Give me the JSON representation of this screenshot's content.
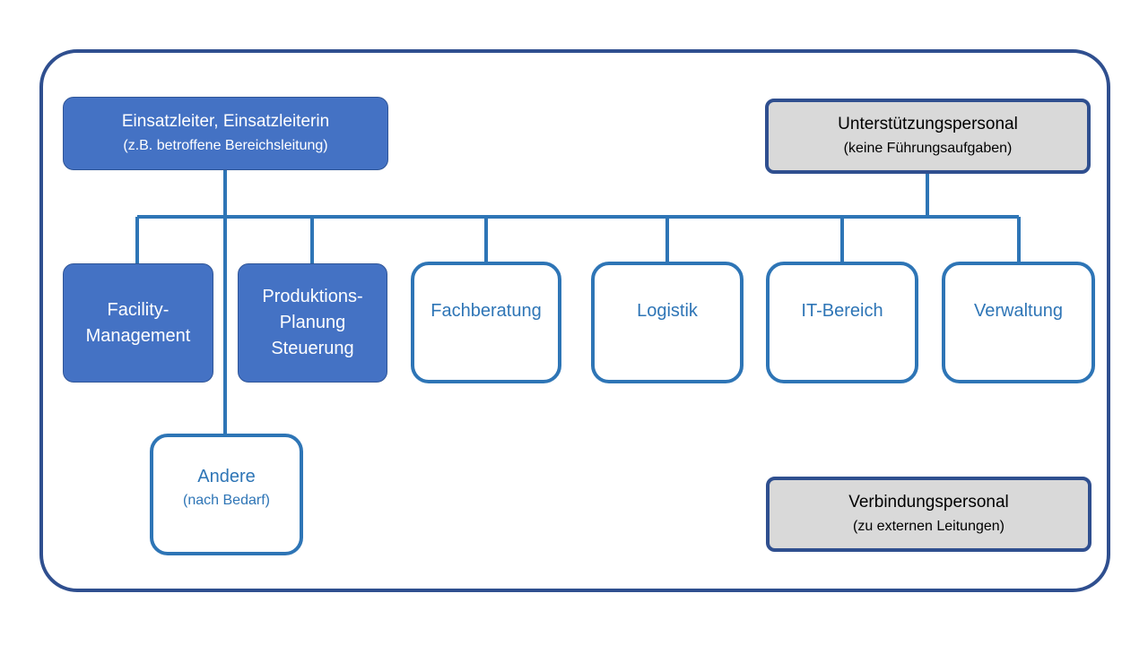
{
  "leader": {
    "title": "Einsatzleiter, Einsatzleiterin",
    "subtitle": "(z.B. betroffene  Bereichsleitung)"
  },
  "support": {
    "title": "Unterstützungspersonal",
    "subtitle": "(keine Führungsaufgaben)"
  },
  "liaison": {
    "title": "Verbindungspersonal",
    "subtitle": "(zu externen Leitungen)"
  },
  "units": {
    "facility": [
      "Facility-",
      "Management"
    ],
    "production": [
      "Produktions-",
      "Planung",
      "Steuerung"
    ],
    "fachberatung": "Fachberatung",
    "logistik": "Logistik",
    "it": "IT-Bereich",
    "verwaltung": "Verwaltung"
  },
  "other": {
    "title": "Andere",
    "subtitle": "(nach Bedarf)"
  },
  "colors": {
    "filled": "#4472c4",
    "outline": "#2e75b6",
    "gray": "#d9d9d9",
    "frame": "#2f4f8f"
  }
}
